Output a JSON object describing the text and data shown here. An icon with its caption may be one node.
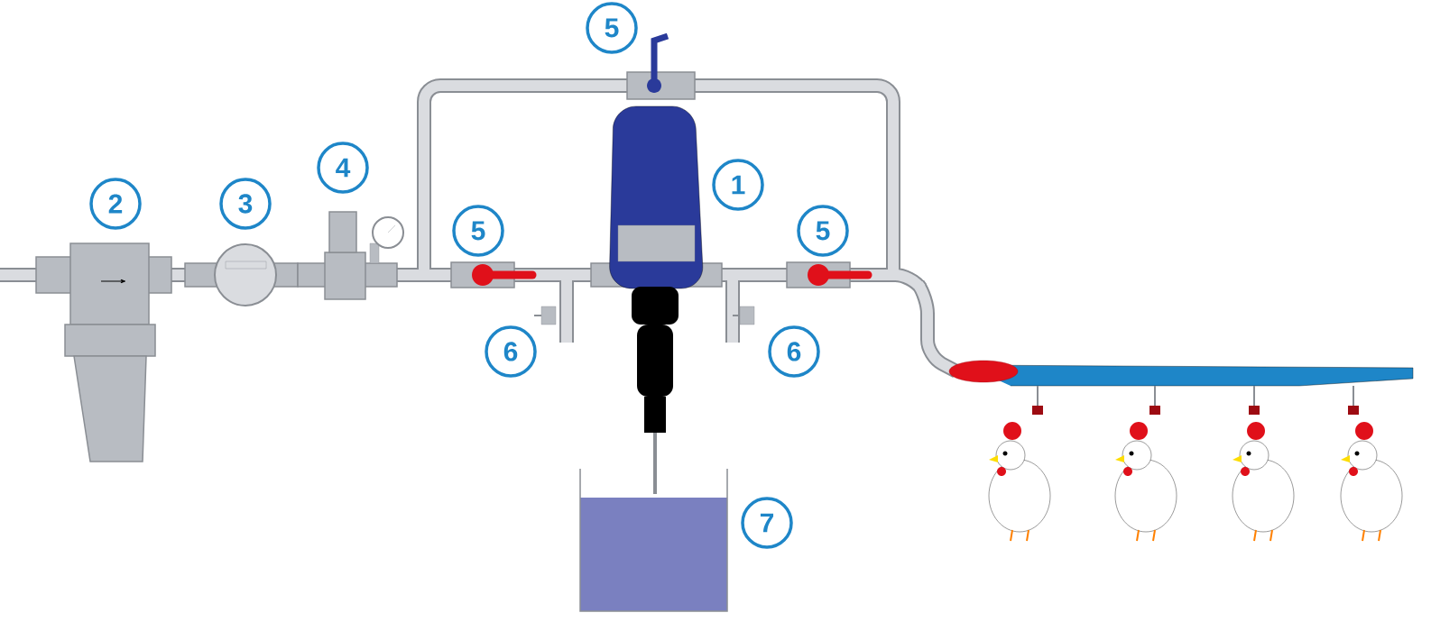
{
  "diagram": {
    "labels": [
      "5",
      "4",
      "1",
      "2",
      "3",
      "5",
      "5",
      "6",
      "6",
      "7"
    ]
  }
}
